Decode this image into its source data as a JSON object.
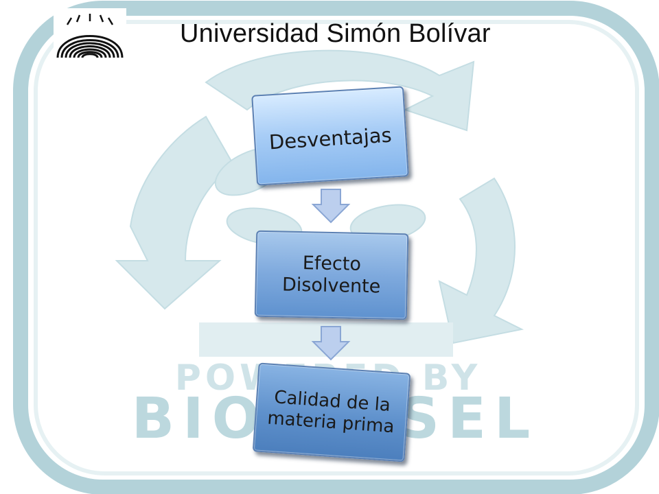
{
  "header": {
    "title": "Universidad Simón Bolívar"
  },
  "watermark": {
    "line1": "POWERED BY",
    "line2": "BIODIESEL",
    "icon": "recycle-leaf-icon"
  },
  "logo": {
    "icon": "usb-arches-logo-icon"
  },
  "flow": {
    "steps": [
      {
        "label": "Desventajas"
      },
      {
        "label": "Efecto\nDisolvente"
      },
      {
        "label": "Calidad de la\nmateria prima"
      }
    ]
  },
  "colors": {
    "frame": "#a9cbd3",
    "watermark": "#d4e6ea",
    "box_light": "#a8cdf6",
    "box_dark": "#4c7fbd",
    "arrow": "#b9cdee"
  }
}
